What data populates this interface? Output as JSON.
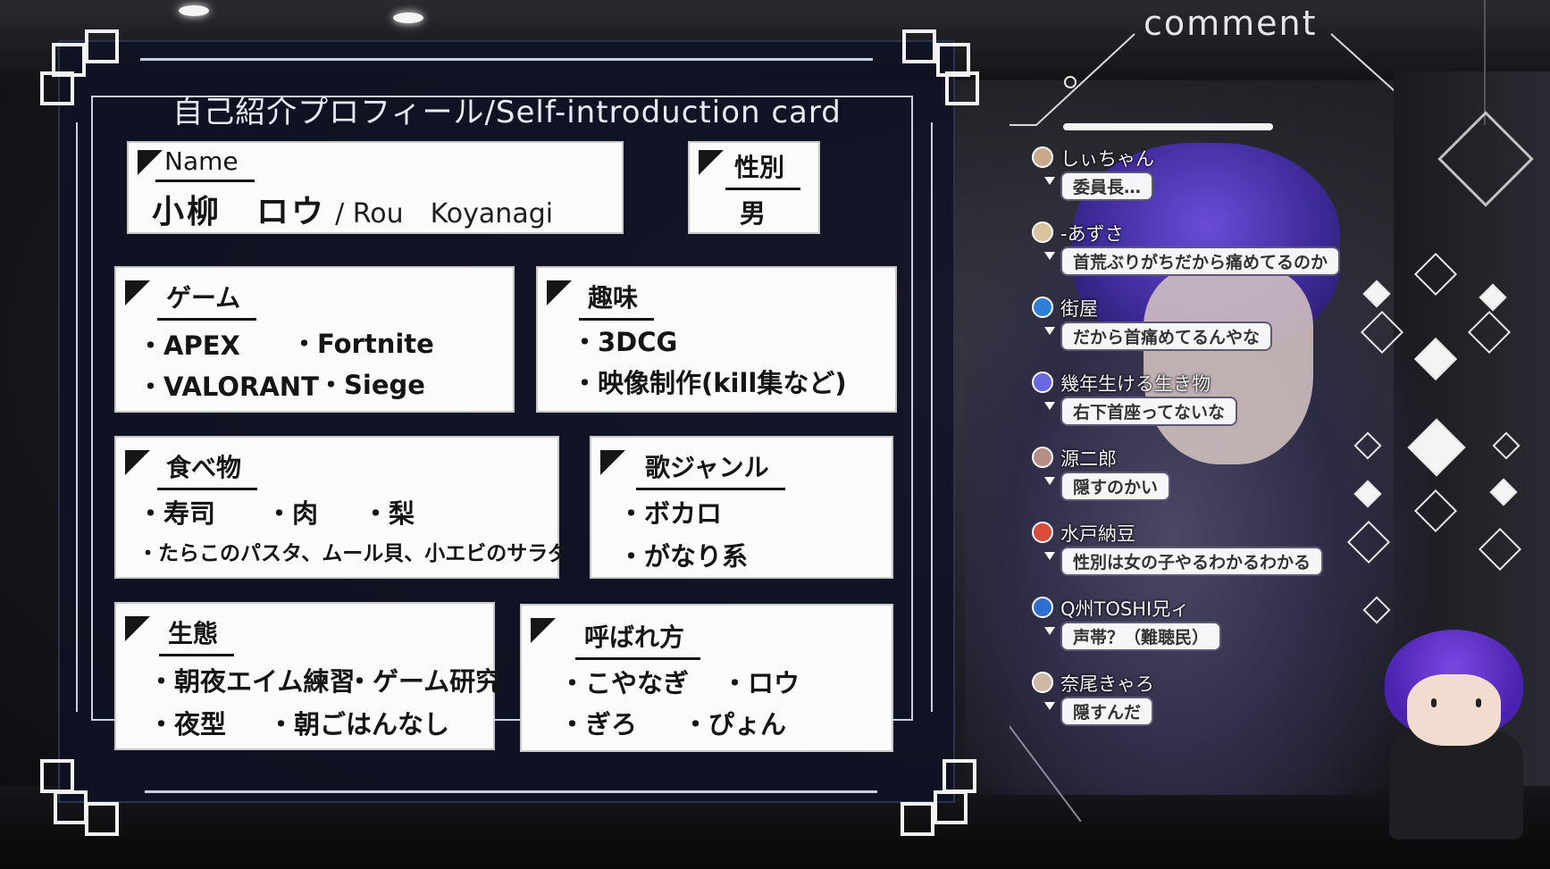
{
  "card": {
    "title": "自己紹介プロフィール/Self-introduction card",
    "name": {
      "label": "Name",
      "jp": "小柳　ロウ",
      "en": "/ Rou　Koyanagi"
    },
    "gender": {
      "label": "性別",
      "value": "男"
    },
    "game": {
      "label": "ゲーム",
      "items": [
        "・APEX",
        "・Fortnite",
        "・VALORANT",
        "・Siege"
      ]
    },
    "hobby": {
      "label": "趣味",
      "items": [
        "・3DCG",
        "・映像制作(kill集など)"
      ]
    },
    "food": {
      "label": "食べ物",
      "items": [
        "・寿司",
        "・肉",
        "・梨",
        "・たらこのパスタ、ムール貝、小エビのサラダ"
      ]
    },
    "song_genre": {
      "label": "歌ジャンル",
      "items": [
        "・ボカロ",
        "・がなり系"
      ]
    },
    "ecology": {
      "label": "生態",
      "items": [
        "・朝夜エイム練習",
        "・ゲーム研究",
        "・夜型",
        "・朝ごはんなし"
      ]
    },
    "nicknames": {
      "label": "呼ばれ方",
      "items": [
        "・こやなぎ",
        "・ロウ",
        "・ぎろ",
        "・ぴょん"
      ]
    }
  },
  "comments": {
    "title": "comment",
    "list": [
      {
        "user": "しぃちゃん",
        "text": "委員長…",
        "avatar_color": "#c9a98a"
      },
      {
        "user": "-あずさ",
        "text": "首荒ぶりがちだから痛めてるのか",
        "avatar_color": "#d9c39a"
      },
      {
        "user": "街屋",
        "text": "だから首痛めてるんやな",
        "avatar_color": "#2f7fd8"
      },
      {
        "user": "幾年生ける生き物",
        "text": "右下首座ってないな",
        "avatar_color": "#6a6ae0"
      },
      {
        "user": "源二郎",
        "text": "隠すのかい",
        "avatar_color": "#b58f86"
      },
      {
        "user": "水戸納豆",
        "text": "性別は女の子やるわかるわかる",
        "avatar_color": "#d94b3b"
      },
      {
        "user": "Q州TOSHI兄ィ",
        "text": "声帯？（難聴民）",
        "avatar_color": "#2f6fd0"
      },
      {
        "user": "奈尾きゃろ",
        "text": "隠すんだ",
        "avatar_color": "#cfb9a6"
      }
    ]
  }
}
